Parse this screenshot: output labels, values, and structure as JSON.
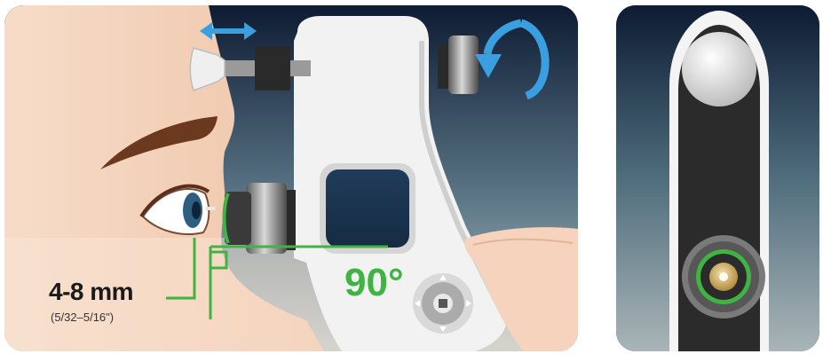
{
  "measurement": {
    "distance": "4-8 mm",
    "distance_imperial": "(5/32–5/16\")"
  },
  "angle": {
    "value": "90°"
  },
  "colors": {
    "accent_green": "#3fb443",
    "arrow_blue": "#3a9fe0",
    "panel_dark": "#0c1a35",
    "device_white": "#f2f2f2",
    "skin": "#f6d9c4"
  },
  "icons": {
    "horizontal_arrow": "double-arrow-icon",
    "rotation_arrow": "rotate-arrow-icon",
    "nav_control": "dpad-icon",
    "right_angle": "right-angle-icon"
  }
}
